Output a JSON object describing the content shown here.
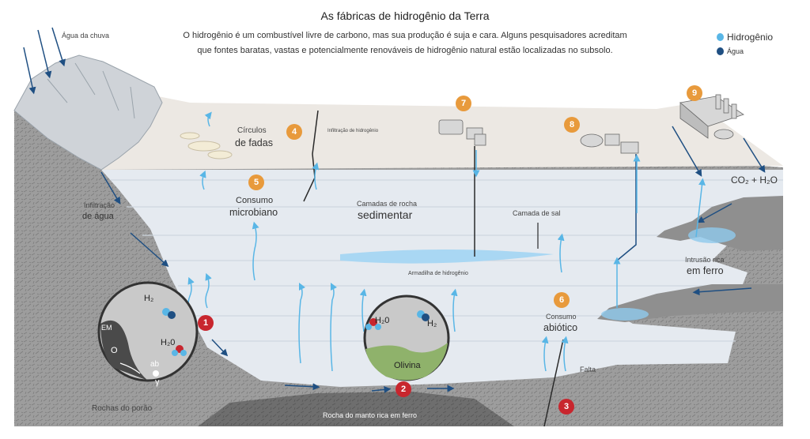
{
  "header": {
    "title": "As fábricas de hidrogênio da Terra",
    "subtitle_line1": "O hidrogênio é um combustível livre de carbono, mas sua produção é suja e cara. Alguns pesquisadores acreditam",
    "subtitle_line2": "que fontes baratas, vastas e potencialmente renováveis de hidrogênio natural estão localizadas no subsolo."
  },
  "legend": {
    "hydrogen": "Hidrogênio",
    "water": "Água",
    "hydrogen_color": "#59b6e6",
    "water_color": "#1f4f82"
  },
  "labels": {
    "rain": "Água da chuva",
    "fairy1": "Círculos",
    "fairy2": "de fadas",
    "leak": "Infiltração de hidrogênio",
    "microbial1": "Consumo",
    "microbial2": "microbiano",
    "sediment1": "Camadas de rocha",
    "sediment2": "sedimentar",
    "salt": "Camada de sal",
    "trap": "Armadilha de hidrogênio",
    "water_inf1": "Infiltração",
    "water_inf2": "de água",
    "abiotic1": "Consumo",
    "abiotic2": "abiótico",
    "fault": "Falta",
    "iron1": "Intrusão rica",
    "iron2": "em ferro",
    "co2": "CO₂ + H₂O",
    "basement": "Rochas do porão",
    "mantle": "Rocha do manto rica em ferro",
    "olivine": "Olivina",
    "c1_h2": "H₂",
    "c1_h2o": "H₂0",
    "c1_em": "EM",
    "c1_o": "O",
    "c1_ab": "ab",
    "c1_gamma": "γ",
    "c2_h2o": "H₂0",
    "c2_h2": "H₂"
  },
  "badges": {
    "b1": "1",
    "b2": "2",
    "b3": "3",
    "b4": "4",
    "b5": "5",
    "b6": "6",
    "b7": "7",
    "b8": "8",
    "b9": "9"
  },
  "colors": {
    "badge_orange": "#e89a3c",
    "badge_red": "#c8262e",
    "surface": "#ece8e3",
    "sediment": "#e6ebf1",
    "basement": "#9a9a9a"
  }
}
